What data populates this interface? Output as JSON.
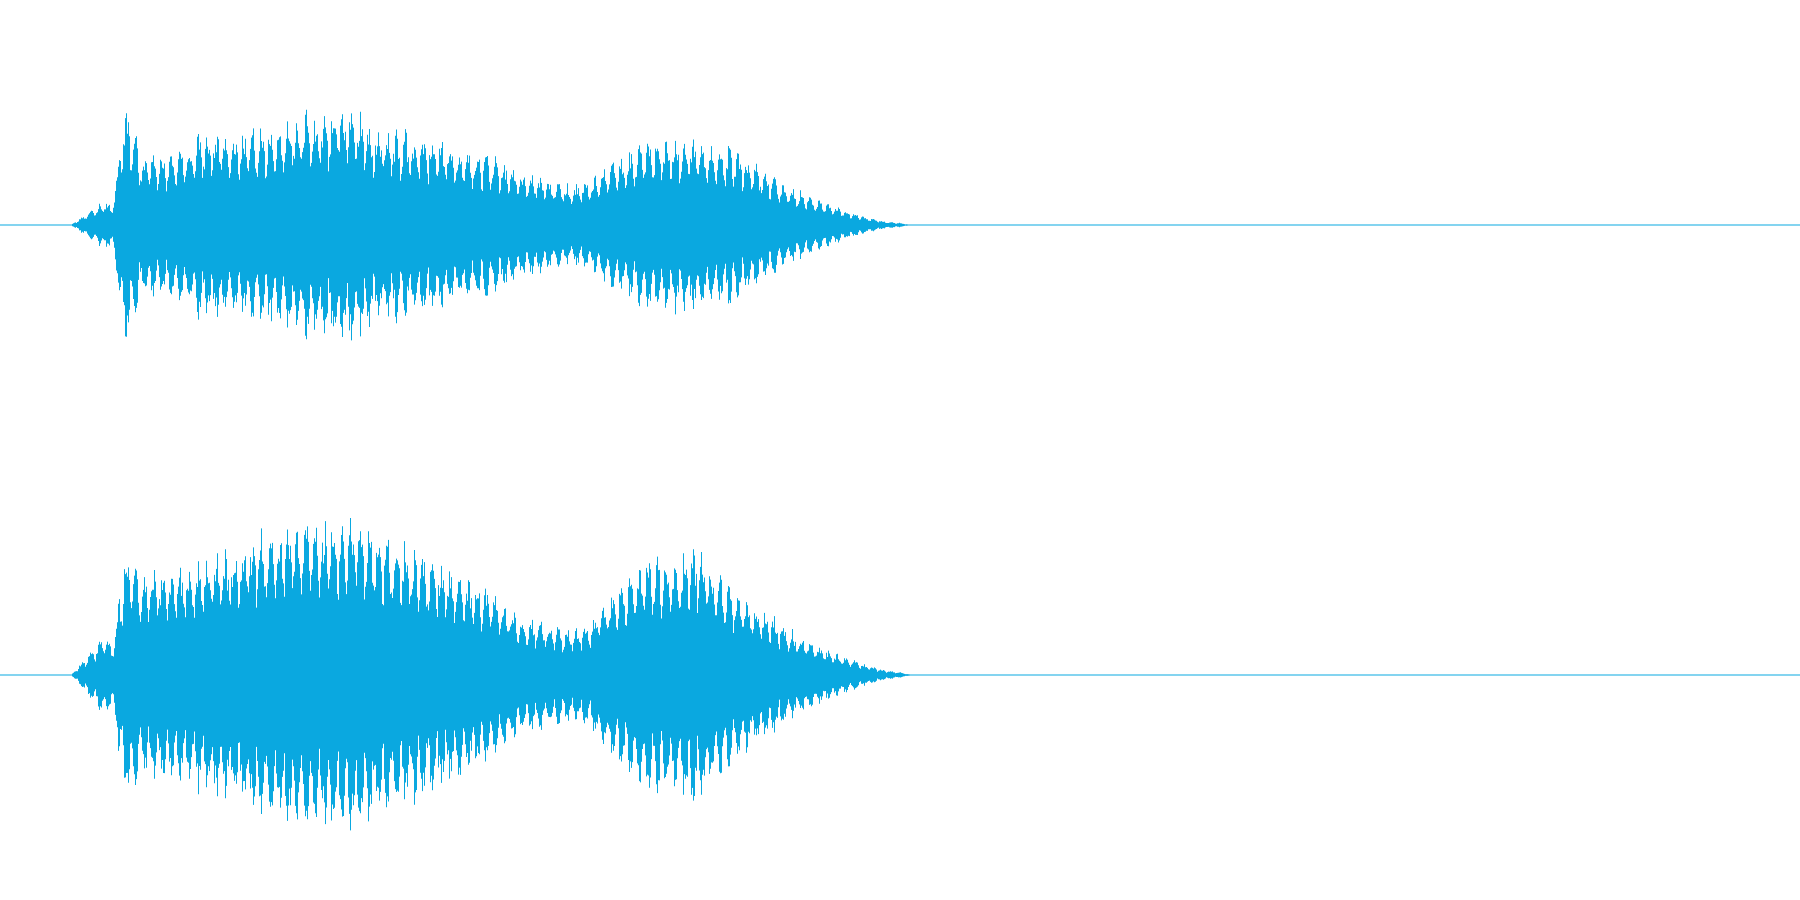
{
  "chart_data": {
    "type": "waveform",
    "title": "",
    "xlabel": "",
    "ylabel": "",
    "grid": false,
    "legend": "none",
    "colors": {
      "waveform": "#0aa8e0",
      "baseline": "#0aa8e0",
      "background": "#ffffff"
    },
    "channels": [
      {
        "id": "channel-1",
        "envelope": [
          [
            0.0,
            0.01
          ],
          [
            0.019,
            0.2
          ],
          [
            0.023,
            0.14
          ],
          [
            0.031,
            1.0
          ],
          [
            0.04,
            0.55
          ],
          [
            0.06,
            0.58
          ],
          [
            0.075,
            0.76
          ],
          [
            0.095,
            0.72
          ],
          [
            0.11,
            0.78
          ],
          [
            0.125,
            0.86
          ],
          [
            0.135,
            0.92
          ],
          [
            0.145,
            0.88
          ],
          [
            0.16,
            0.98
          ],
          [
            0.175,
            0.8
          ],
          [
            0.19,
            0.76
          ],
          [
            0.205,
            0.7
          ],
          [
            0.225,
            0.62
          ],
          [
            0.24,
            0.58
          ],
          [
            0.255,
            0.46
          ],
          [
            0.265,
            0.4
          ],
          [
            0.285,
            0.32
          ],
          [
            0.3,
            0.36
          ],
          [
            0.315,
            0.52
          ],
          [
            0.33,
            0.66
          ],
          [
            0.345,
            0.7
          ],
          [
            0.36,
            0.7
          ],
          [
            0.375,
            0.66
          ],
          [
            0.39,
            0.54
          ],
          [
            0.405,
            0.4
          ],
          [
            0.42,
            0.28
          ],
          [
            0.435,
            0.18
          ],
          [
            0.45,
            0.11
          ],
          [
            0.46,
            0.06
          ],
          [
            0.47,
            0.03
          ],
          [
            0.48,
            0.015
          ],
          [
            0.486,
            0.0
          ],
          [
            1.0,
            0.0
          ]
        ]
      },
      {
        "id": "channel-2",
        "envelope": [
          [
            0.0,
            0.01
          ],
          [
            0.019,
            0.25
          ],
          [
            0.023,
            0.18
          ],
          [
            0.031,
            0.8
          ],
          [
            0.04,
            0.62
          ],
          [
            0.06,
            0.66
          ],
          [
            0.075,
            0.72
          ],
          [
            0.095,
            0.8
          ],
          [
            0.11,
            0.88
          ],
          [
            0.125,
            0.94
          ],
          [
            0.135,
            0.98
          ],
          [
            0.145,
            0.95
          ],
          [
            0.16,
            1.0
          ],
          [
            0.175,
            0.88
          ],
          [
            0.19,
            0.82
          ],
          [
            0.205,
            0.74
          ],
          [
            0.225,
            0.64
          ],
          [
            0.24,
            0.56
          ],
          [
            0.255,
            0.4
          ],
          [
            0.265,
            0.36
          ],
          [
            0.285,
            0.28
          ],
          [
            0.3,
            0.34
          ],
          [
            0.315,
            0.55
          ],
          [
            0.33,
            0.7
          ],
          [
            0.345,
            0.72
          ],
          [
            0.36,
            0.8
          ],
          [
            0.375,
            0.62
          ],
          [
            0.39,
            0.48
          ],
          [
            0.405,
            0.36
          ],
          [
            0.42,
            0.25
          ],
          [
            0.435,
            0.16
          ],
          [
            0.45,
            0.1
          ],
          [
            0.46,
            0.06
          ],
          [
            0.47,
            0.03
          ],
          [
            0.48,
            0.015
          ],
          [
            0.486,
            0.0
          ],
          [
            1.0,
            0.0
          ]
        ]
      }
    ],
    "x_range": [
      0,
      1
    ],
    "amplitude_range": [
      -1,
      1
    ]
  }
}
